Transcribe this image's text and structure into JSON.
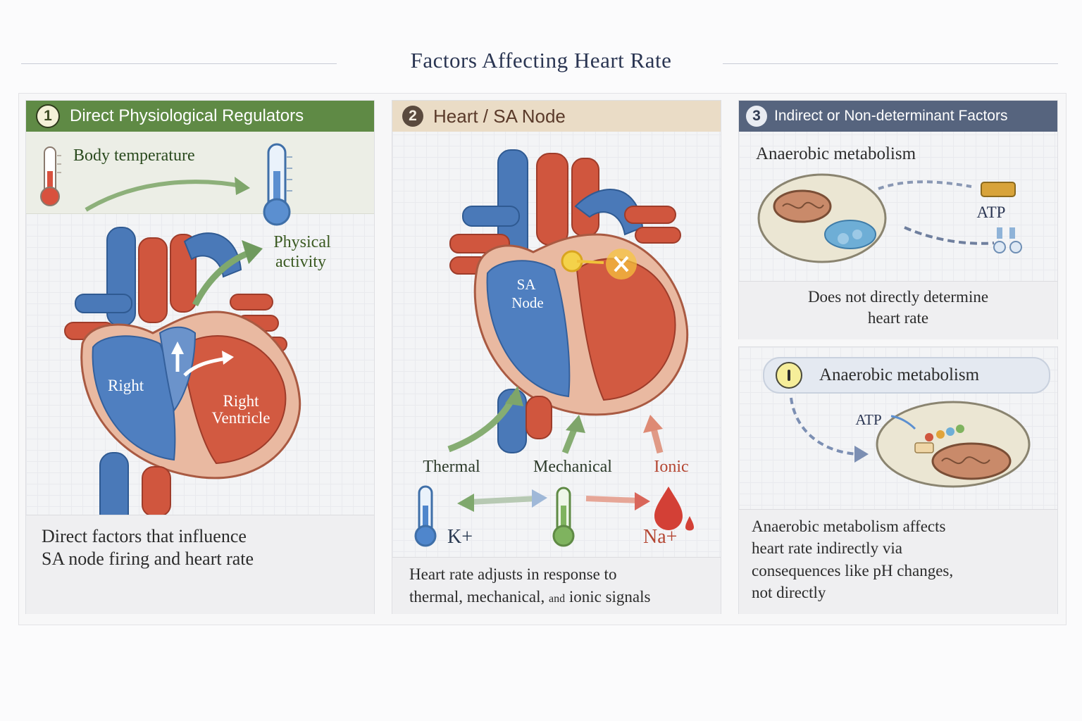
{
  "title": "Factors Affecting Heart Rate",
  "panel1": {
    "number": "1",
    "header": "Direct Physiological Regulators",
    "temp_label": "Body temperature",
    "activity_label_1": "Physical",
    "activity_label_2": "activity",
    "label_right": "Right",
    "label_rv_1": "Right",
    "label_rv_2": "Ventricle",
    "caption_1": "Direct factors that influence",
    "caption_2": "SA node firing and heart rate"
  },
  "panel2": {
    "number": "2",
    "header": "Heart / SA Node",
    "sa_1": "SA",
    "sa_2": "Node",
    "thermal": "Thermal",
    "mechanical": "Mechanical",
    "ionic": "Ionic",
    "k_ion": "K+",
    "na_ion": "Na+",
    "caption_1": "Heart rate adjusts in response to",
    "caption_2a": "thermal, mechanical,",
    "caption_2b": "and",
    "caption_2c": "ionic signals"
  },
  "panel3": {
    "number": "3",
    "header": "Indirect or Non-determinant Factors",
    "top_title": "Anaerobic metabolism",
    "atp_top": "ATP",
    "top_caption_1": "Does not directly determine",
    "top_caption_2": "heart rate",
    "pill_label": "Anaerobic metabolism",
    "atp_bottom": "ATP",
    "bottom_caption_1": "Anaerobic metabolism affects",
    "bottom_caption_2": "heart rate indirectly via",
    "bottom_caption_3": "consequences like pH changes,",
    "bottom_caption_4": "not directly"
  },
  "colors": {
    "green_header": "#5f8a45",
    "beige_header": "#eadcc6",
    "blue_header": "#56647e",
    "vein_blue": "#4a79b8",
    "artery_red": "#d0563e"
  }
}
